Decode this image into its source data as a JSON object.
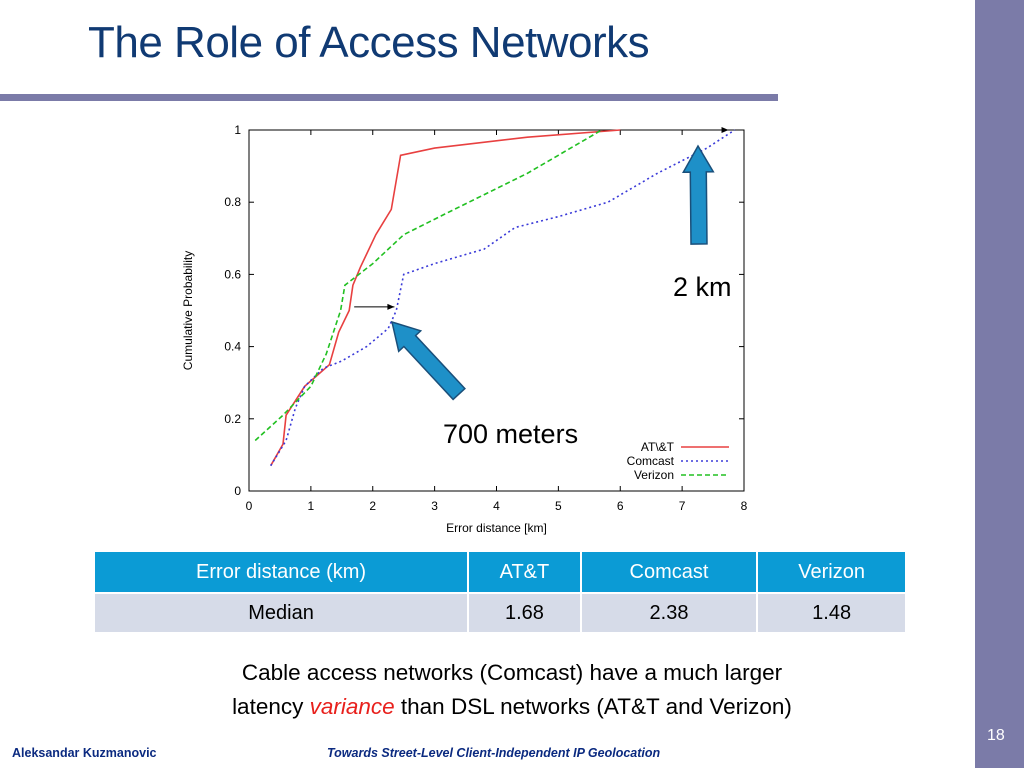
{
  "slide": {
    "title": "The Role of Access Networks",
    "page_number": "18",
    "author": "Aleksandar Kuzmanovic",
    "talk_title": "Towards Street-Level Client-Independent IP Geolocation",
    "colors": {
      "title": "#103a73",
      "rule": "#7b7ba8",
      "side_bar": "#7b7ba8",
      "footer": "#0b2a80",
      "table_header": "#0b9bd5",
      "table_row": "#d6dbe8",
      "emphasis": "#e8201c",
      "arrow_fill": "#1e90c8",
      "arrow_stroke": "#1a4f7a"
    }
  },
  "callouts": {
    "far": "2 km",
    "near": "700 meters"
  },
  "table": {
    "headers": [
      "Error distance (km)",
      "AT&T",
      "Comcast",
      "Verizon"
    ],
    "rows": [
      [
        "Median",
        "1.68",
        "2.38",
        "1.48"
      ]
    ]
  },
  "caption": {
    "line1": "Cable access networks (Comcast) have a much larger",
    "line2_pre": "latency ",
    "line2_emph": "variance",
    "line2_post": " than DSL networks (AT&T and Verizon)"
  },
  "chart_data": {
    "type": "line",
    "xlabel": "Error distance [km]",
    "ylabel": "Cumulative Probability",
    "xlim": [
      0,
      8
    ],
    "ylim": [
      0,
      1
    ],
    "xticks": [
      0,
      1,
      2,
      3,
      4,
      5,
      6,
      7,
      8
    ],
    "yticks": [
      0,
      0.2,
      0.4,
      0.6,
      0.8,
      1
    ],
    "ytick_labels": [
      "0",
      "0.2",
      "0.4",
      "0.6",
      "0.8",
      "1"
    ],
    "grid": false,
    "legend_position": "bottom-right",
    "series": [
      {
        "name": "AT\\&T",
        "style": "solid",
        "color": "#e84040",
        "points": [
          [
            0.35,
            0.07
          ],
          [
            0.55,
            0.13
          ],
          [
            0.6,
            0.21
          ],
          [
            0.9,
            0.29
          ],
          [
            1.3,
            0.35
          ],
          [
            1.45,
            0.44
          ],
          [
            1.62,
            0.5
          ],
          [
            1.68,
            0.57
          ],
          [
            1.8,
            0.62
          ],
          [
            2.05,
            0.71
          ],
          [
            2.3,
            0.78
          ],
          [
            2.45,
            0.93
          ],
          [
            3.0,
            0.95
          ],
          [
            4.5,
            0.98
          ],
          [
            6.0,
            1.0
          ]
        ]
      },
      {
        "name": "Comcast",
        "style": "dotted",
        "color": "#3a3ad8",
        "points": [
          [
            0.35,
            0.07
          ],
          [
            0.6,
            0.14
          ],
          [
            0.75,
            0.23
          ],
          [
            0.9,
            0.29
          ],
          [
            1.2,
            0.34
          ],
          [
            1.5,
            0.36
          ],
          [
            1.9,
            0.4
          ],
          [
            2.25,
            0.45
          ],
          [
            2.38,
            0.5
          ],
          [
            2.5,
            0.6
          ],
          [
            3.0,
            0.63
          ],
          [
            3.8,
            0.67
          ],
          [
            4.3,
            0.73
          ],
          [
            5.0,
            0.76
          ],
          [
            5.8,
            0.8
          ],
          [
            6.6,
            0.88
          ],
          [
            7.4,
            0.95
          ],
          [
            7.85,
            1.0
          ]
        ]
      },
      {
        "name": "Verizon",
        "style": "dashed",
        "color": "#22c022",
        "points": [
          [
            0.1,
            0.14
          ],
          [
            0.55,
            0.21
          ],
          [
            1.0,
            0.29
          ],
          [
            1.25,
            0.38
          ],
          [
            1.48,
            0.5
          ],
          [
            1.55,
            0.57
          ],
          [
            2.0,
            0.63
          ],
          [
            2.5,
            0.71
          ],
          [
            3.2,
            0.77
          ],
          [
            4.5,
            0.88
          ],
          [
            5.7,
            1.0
          ]
        ]
      }
    ]
  }
}
